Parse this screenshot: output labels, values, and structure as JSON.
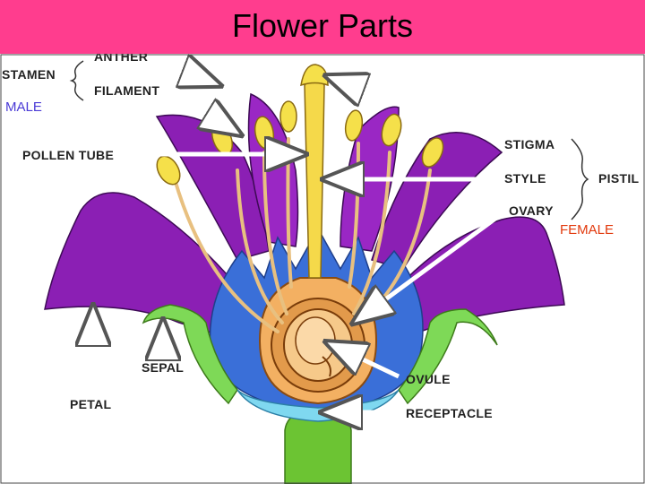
{
  "title": "Flower Parts",
  "labels": {
    "anther": "ANTHER",
    "stamen": "STAMEN",
    "filament": "FILAMENT",
    "pollen_tube": "POLLEN TUBE",
    "stigma": "STIGMA",
    "style": "STYLE",
    "pistil": "PISTIL",
    "ovary": "OVARY",
    "sepal": "SEPAL",
    "petal": "PETAL",
    "ovule": "OVULE",
    "receptacle": "RECEPTACLE"
  },
  "annotations": {
    "male": "MALE",
    "female": "FEMALE"
  },
  "colors": {
    "title_bar": "#ff3d8e",
    "male_text": "#4b3bd6",
    "female_text": "#e23a0e",
    "petal": "#8b1fb4",
    "sepal": "#7ed957",
    "receptacle": "#7fd8f0",
    "anther": "#f5e04a",
    "stem": "#6cc433"
  }
}
